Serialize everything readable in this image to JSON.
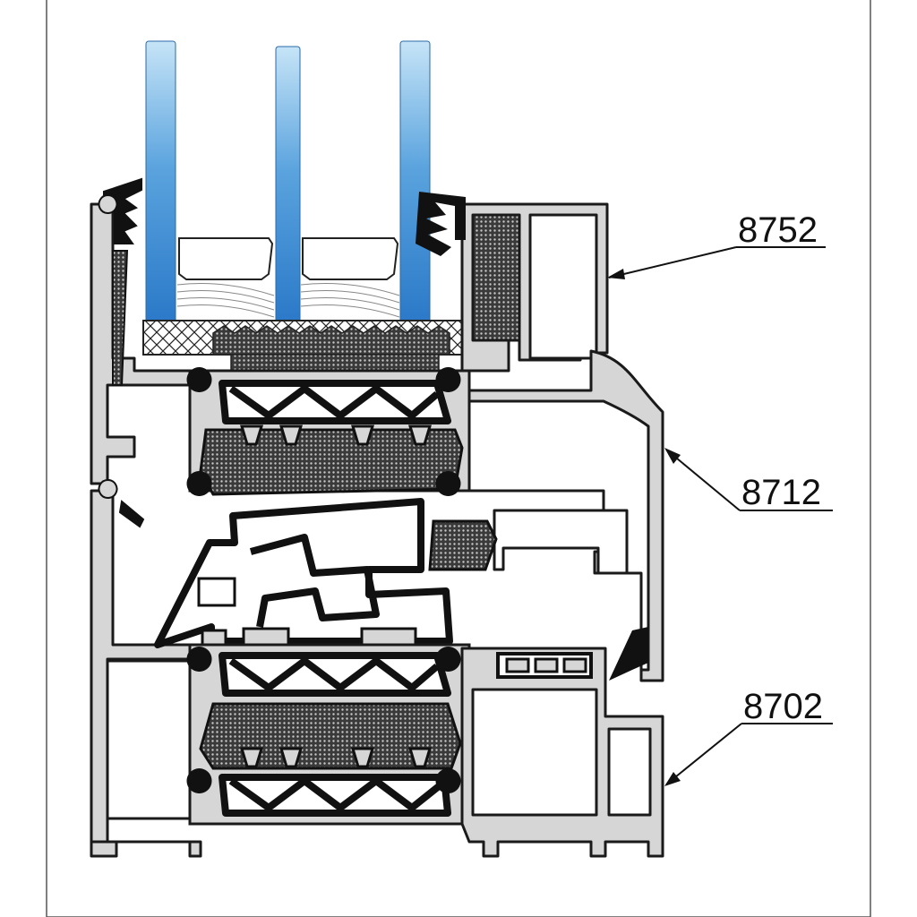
{
  "labels": {
    "top": "8752",
    "middle": "8712",
    "bottom": "8702"
  },
  "colors": {
    "aluminium": "#d6d6d6",
    "outline": "#1a1a1a",
    "glass_top": "#b9ddf4",
    "glass_bottom": "#2f7fcf",
    "insulation": "#8a8a8a"
  }
}
